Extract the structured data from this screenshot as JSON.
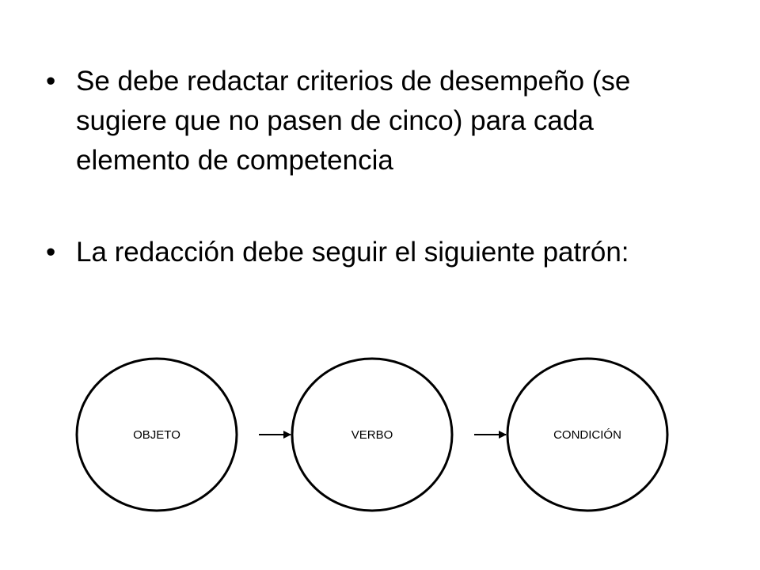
{
  "bullets": [
    {
      "marker": "•",
      "text": "Se debe redactar criterios de desempeño (se sugiere que no pasen de cinco) para cada elemento de competencia"
    },
    {
      "marker": "•",
      "text": "La redacción debe seguir el siguiente patrón:"
    }
  ],
  "diagram": {
    "nodes": [
      {
        "id": "objeto",
        "label": "OBJETO"
      },
      {
        "id": "verbo",
        "label": "VERBO"
      },
      {
        "id": "condicion",
        "label": "CONDICIÓN"
      }
    ],
    "edges": [
      {
        "from": "objeto",
        "to": "verbo"
      },
      {
        "from": "verbo",
        "to": "condicion"
      }
    ],
    "stroke_color": "#000000"
  }
}
